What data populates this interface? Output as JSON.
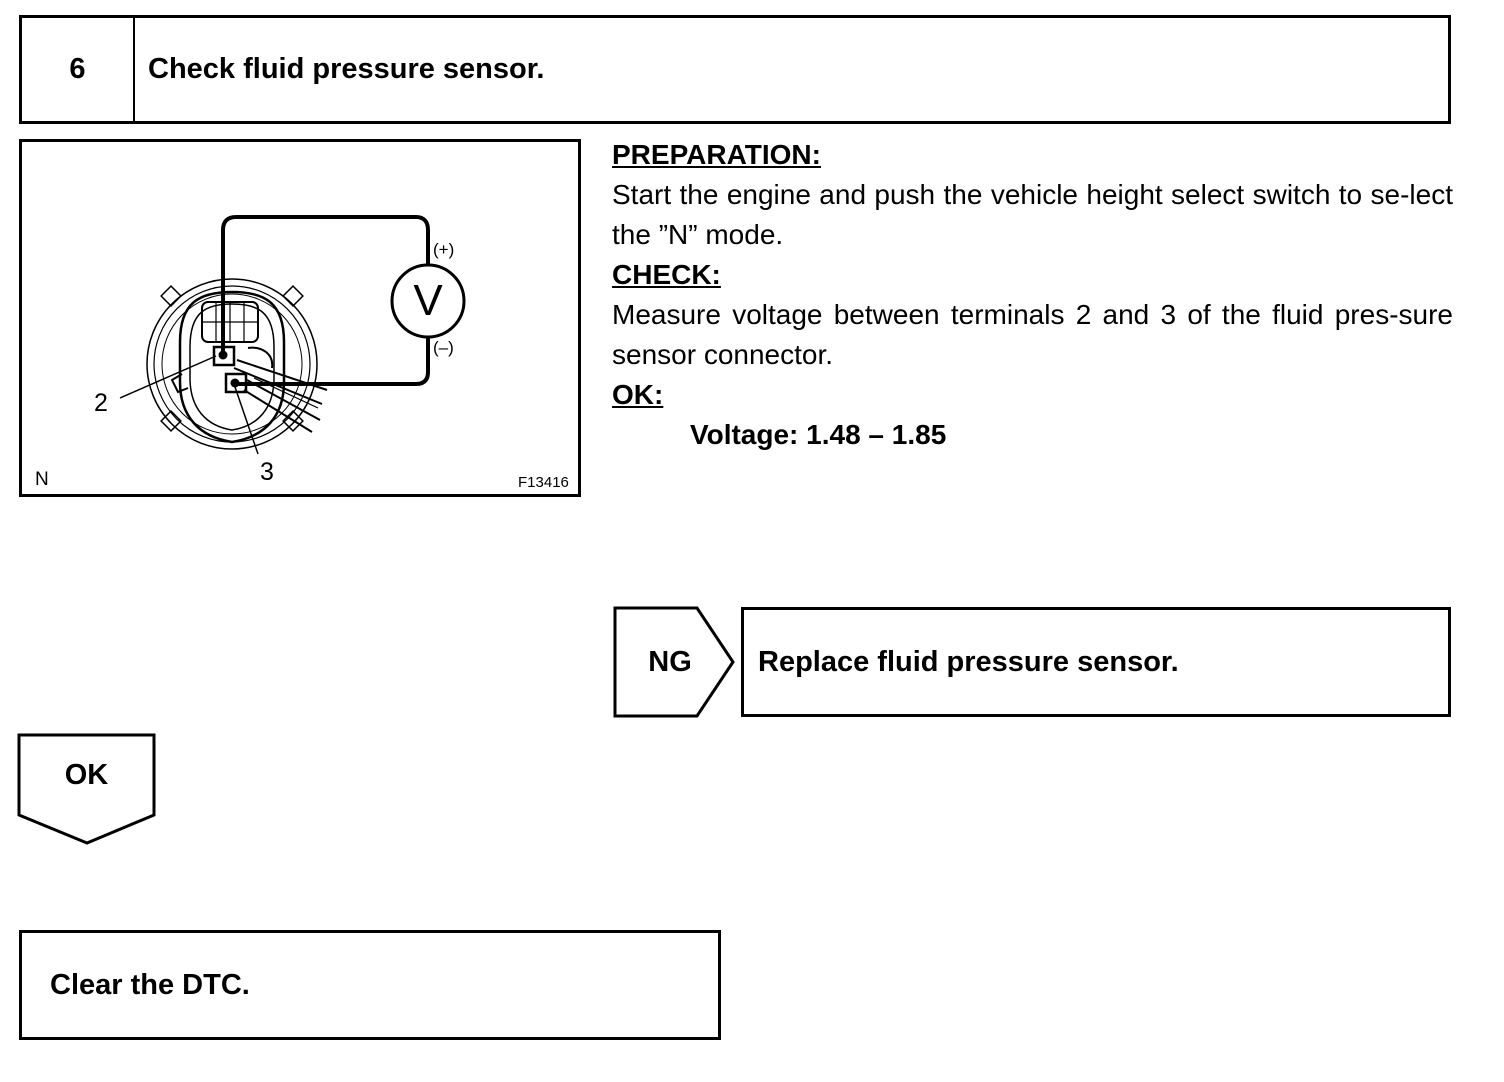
{
  "step": {
    "number": "6",
    "title": "Check fluid pressure sensor."
  },
  "figure": {
    "meter_symbol": "V",
    "positive_label": "(+)",
    "negative_label": "(–)",
    "terminal_2_label": "2",
    "terminal_3_label": "3",
    "corner_label": "N",
    "figure_code": "F13416"
  },
  "instructions": {
    "preparation_heading": "PREPARATION:",
    "preparation_text": "Start the engine and push the vehicle height select switch to se-lect the ”N” mode.",
    "check_heading": "CHECK:",
    "check_text": "Measure voltage between terminals 2 and 3 of the fluid pres-sure sensor connector.",
    "ok_heading": "OK:",
    "ok_spec": "Voltage: 1.48 – 1.85"
  },
  "ng_branch": {
    "label": "NG",
    "action": "Replace fluid pressure sensor."
  },
  "ok_branch": {
    "label": "OK"
  },
  "final_action": {
    "text": "Clear the DTC."
  }
}
